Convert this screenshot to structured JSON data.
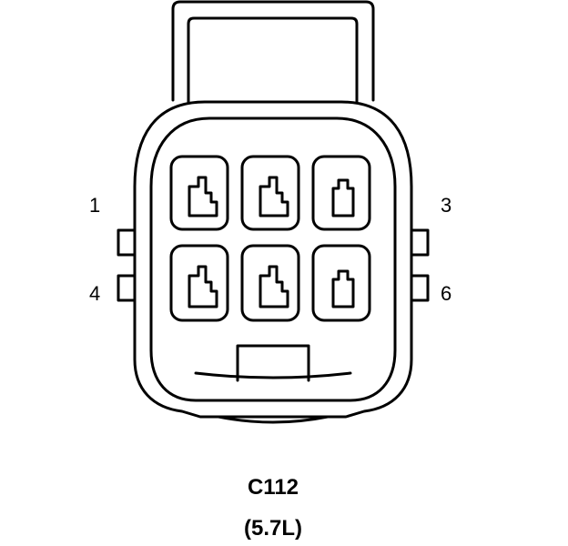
{
  "connector": {
    "id": "C112",
    "variant": "(5.7L)",
    "pin_labels": {
      "pin1": "1",
      "pin3": "3",
      "pin4": "4",
      "pin6": "6"
    },
    "cavity_count": 6
  }
}
